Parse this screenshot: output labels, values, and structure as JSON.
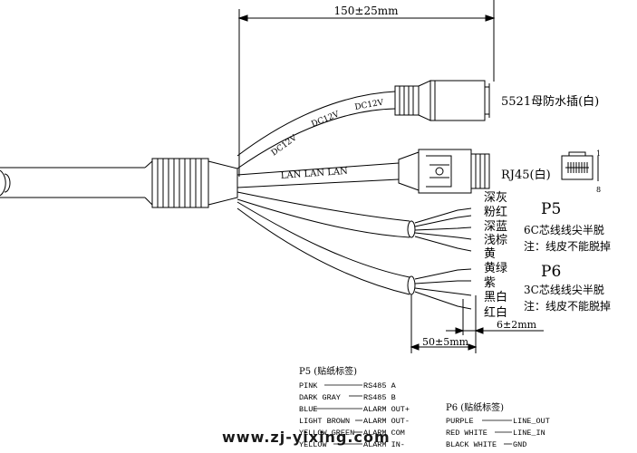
{
  "dimensions": {
    "top_length": "150±25mm",
    "tail_length": "50±5mm",
    "strip_length": "6±2mm"
  },
  "connectors": {
    "dc_label": "5521母防水插(白)",
    "dc_cable_text": [
      "DC12V",
      "DC12V",
      "DC12V"
    ],
    "lan_cable_text": "LAN LAN LAN",
    "rj45_label": "RJ45(白)",
    "rj45_pin_first": "1",
    "rj45_pin_last": "8"
  },
  "p5": {
    "title": "P5",
    "desc_line1": "6C芯线线尖半脱",
    "desc_line2": "注：线皮不能脱掉",
    "wire_colors": [
      "深灰",
      "粉红",
      "深蓝",
      "浅棕",
      "黄"
    ]
  },
  "p6": {
    "title": "P6",
    "desc_line1": "3C芯线线尖半脱",
    "desc_line2": "注：线皮不能脱掉",
    "wire_colors": [
      "黄绿",
      "紫",
      "黑白",
      "红白"
    ]
  },
  "p5_table": {
    "title": "P5 (贴纸标签)",
    "rows": [
      {
        "wire": "PINK",
        "signal": "RS485 A"
      },
      {
        "wire": "DARK GRAY",
        "signal": "RS485 B"
      },
      {
        "wire": "BLUE",
        "signal": "ALARM OUT+"
      },
      {
        "wire": "LIGHT BROWN",
        "signal": "ALARM OUT-"
      },
      {
        "wire": "YELLOW GREEN",
        "signal": "ALARM COM"
      },
      {
        "wire": "YELLOW",
        "signal": "ALARM IN-"
      }
    ]
  },
  "p6_table": {
    "title": "P6 (贴纸标签)",
    "rows": [
      {
        "wire": "PURPLE",
        "signal": "LINE_OUT"
      },
      {
        "wire": "RED WHITE",
        "signal": "LINE_IN"
      },
      {
        "wire": "BLACK WHITE",
        "signal": "GND"
      }
    ]
  },
  "watermark": "www.zj-yixing.com"
}
